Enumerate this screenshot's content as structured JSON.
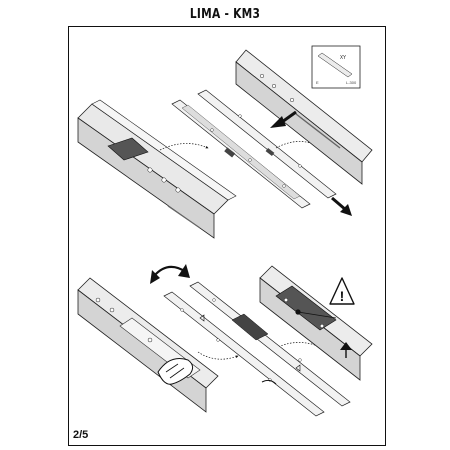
{
  "header": {
    "title": "LIMA - KM3"
  },
  "footer": {
    "page": "2/5"
  },
  "model_card": {
    "code": "XY",
    "label_left": "E",
    "label_right": "L-300"
  },
  "warning": {
    "symbol": "!"
  },
  "colors": {
    "ink": "#111111",
    "rail_light": "#f2f2f2",
    "rail_shade": "#cfcfcf",
    "dark_part": "#555555"
  },
  "icons": [
    "warning-triangle-icon",
    "push-arrow-icon",
    "pull-arrow-icon",
    "rotate-arrow-icon",
    "hand-icon"
  ]
}
